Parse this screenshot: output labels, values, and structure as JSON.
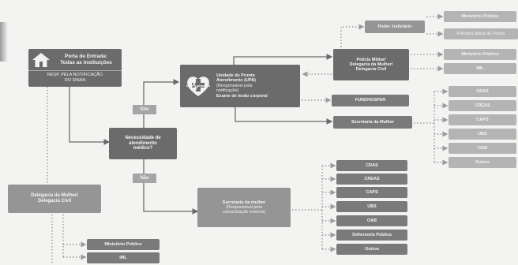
{
  "entry": {
    "line1": "Porta de Entrada:",
    "line2": "Todas as instituições",
    "resp1": "RESP. PELA NOTIFICAÇÃO",
    "resp2": "DO SINAN",
    "icon": "house-icon"
  },
  "decision": {
    "line1": "Necessidade de",
    "line2": "atendimento",
    "line3": "médico?"
  },
  "yes_label": "Sim",
  "no_label": "Não",
  "upa": {
    "icon": "heart-pulse-cross-icon",
    "line1": "Unidade de Pronto",
    "line2": "Atendimento (UPA)",
    "line3": "(Responsável pela",
    "line4": "notificação)",
    "line5": "Exame de lesão corporal"
  },
  "poder_judiciario": "Poder Judiciário",
  "judiciario_targets": [
    "Ministério Público",
    "Patrulha Maria da Penha"
  ],
  "policia": {
    "line1": "Polícia Militar/",
    "line2": "Delegacia da Mulher/",
    "line3": "Delegacia Civil"
  },
  "policia_targets": [
    "Ministério Público",
    "IML"
  ],
  "fundhospar": "FUNDHOSPAR",
  "secretaria_top": "Secretaria da Mulher",
  "secretaria_top_targets": [
    "CRAS",
    "CREAS",
    "CAPS",
    "UBS",
    "OAB",
    "Outros"
  ],
  "delegacia_left": {
    "line1": "Delegacia da Mulher/",
    "line2": "Delegacia Civil"
  },
  "delegacia_left_targets": [
    "Ministério Público",
    "IML"
  ],
  "secretaria_bottom": {
    "line1": "Secretaria da mulher",
    "line2": "(Responsável pela",
    "line3": "comunicação externa)"
  },
  "secretaria_bottom_targets": [
    "CRAS",
    "CREAS",
    "CAPS",
    "UBS",
    "OAB",
    "Defensoria Pública",
    "Outros"
  ]
}
